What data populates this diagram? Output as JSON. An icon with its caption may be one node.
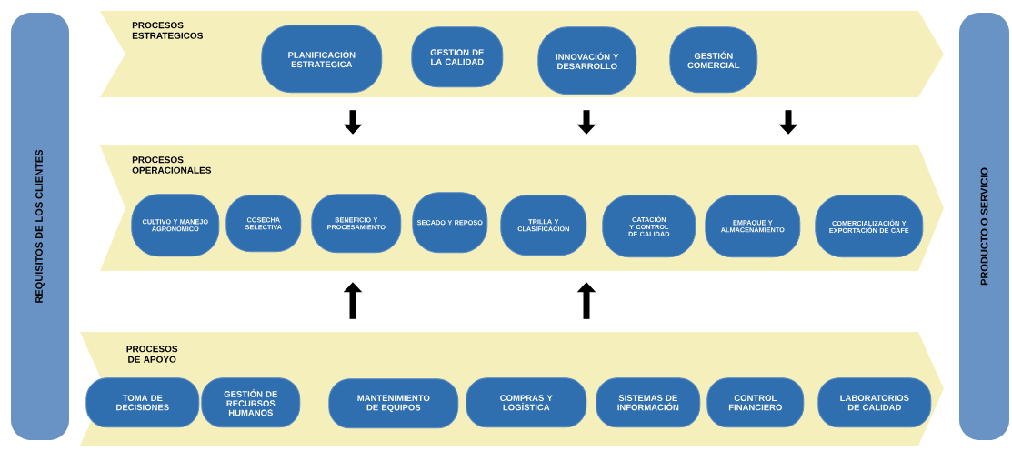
{
  "diagram": {
    "nodes": [
      {
        "text": [
          "REQUISITOS DE LOS CLIENTES"
        ]
      },
      {
        "text": [
          "PROCESOS ESTRATEGICOS"
        ]
      },
      {
        "text": [
          "PLANIFICACIÓN ESTRATEGICA"
        ],
        "in": 1
      },
      {
        "text": [
          "GESTION DE LA CALIDAD"
        ],
        "in": 1
      },
      {
        "text": [
          "INNOVACIÓN Y DESARROLLO"
        ],
        "in": 1
      },
      {
        "text": [
          "GESTIÓN COMERCIAL"
        ],
        "in": 1
      },
      {
        "text": [
          "PROCESOS OPERACIONALES"
        ]
      },
      {
        "text": [
          "CULTIVO Y MANEJO AGRONÓMICO"
        ],
        "in": 6
      },
      {
        "text": [
          "COSECHA SELECTIVA"
        ],
        "in": 6
      },
      {
        "text": [
          "BENEFICIO Y PROCESAMIENTO"
        ],
        "in": 6
      },
      {
        "text": [
          "SECADO Y REPOSO"
        ],
        "in": 6
      },
      {
        "text": [
          "TRILLA Y CLASIFICACIÓN"
        ],
        "in": 6
      },
      {
        "text": [
          "CATACIÓN Y CONTROL DE CALIDAD"
        ],
        "in": 6
      },
      {
        "text": [
          "EMPAQUE Y ALMACENAMIENTO"
        ],
        "in": 6
      },
      {
        "text": [
          "COMERCIALIZACIÓN Y EXPORTACIÓN DE CAFÉ"
        ],
        "in": 6
      },
      {
        "text": [
          "PROCESOS DE APOYO"
        ]
      },
      {
        "text": [
          "TOMA DE DECISIONES"
        ],
        "in": 15
      },
      {
        "text": [
          "GESTIÓN DE RECURSOS HUMANOS"
        ],
        "in": 15
      },
      {
        "text": [
          "MANTENIMIENTO DE EQUIPOS"
        ],
        "in": 15
      },
      {
        "text": [
          "COMPRAS Y LOGÍSTICA"
        ],
        "in": 15
      },
      {
        "text": [
          "SISTEMAS DE INFORMACIÓN"
        ],
        "in": 15
      },
      {
        "text": [
          "CONTROL FINANCIERO"
        ],
        "in": 15
      },
      {
        "text": [
          "LABORATORIOS DE CALIDAD"
        ],
        "in": 15
      },
      {
        "text": [
          "PRODUCTO O SERVICIO"
        ]
      }
    ],
    "edges": [
      {
        "from": 1,
        "to": 6,
        "arrow": "to"
      },
      {
        "from": 1,
        "to": 6,
        "arrow": "to"
      },
      {
        "from": 1,
        "to": 6,
        "arrow": "to"
      },
      {
        "from": 15,
        "to": 6,
        "arrow": "to"
      },
      {
        "from": 15,
        "to": 6,
        "arrow": "to"
      }
    ]
  }
}
